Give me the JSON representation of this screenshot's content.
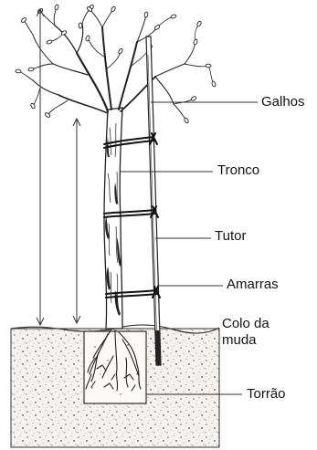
{
  "labels": {
    "galhos": "Galhos",
    "tronco": "Tronco",
    "tutor": "Tutor",
    "amarras": "Amarras",
    "colo_line1": "Colo da",
    "colo_line2": "muda",
    "torrao": "Torrão"
  },
  "colors": {
    "ink": "#222222",
    "soil_fill": "#f4f2ee",
    "soil_dots": "#6b6b6b"
  }
}
